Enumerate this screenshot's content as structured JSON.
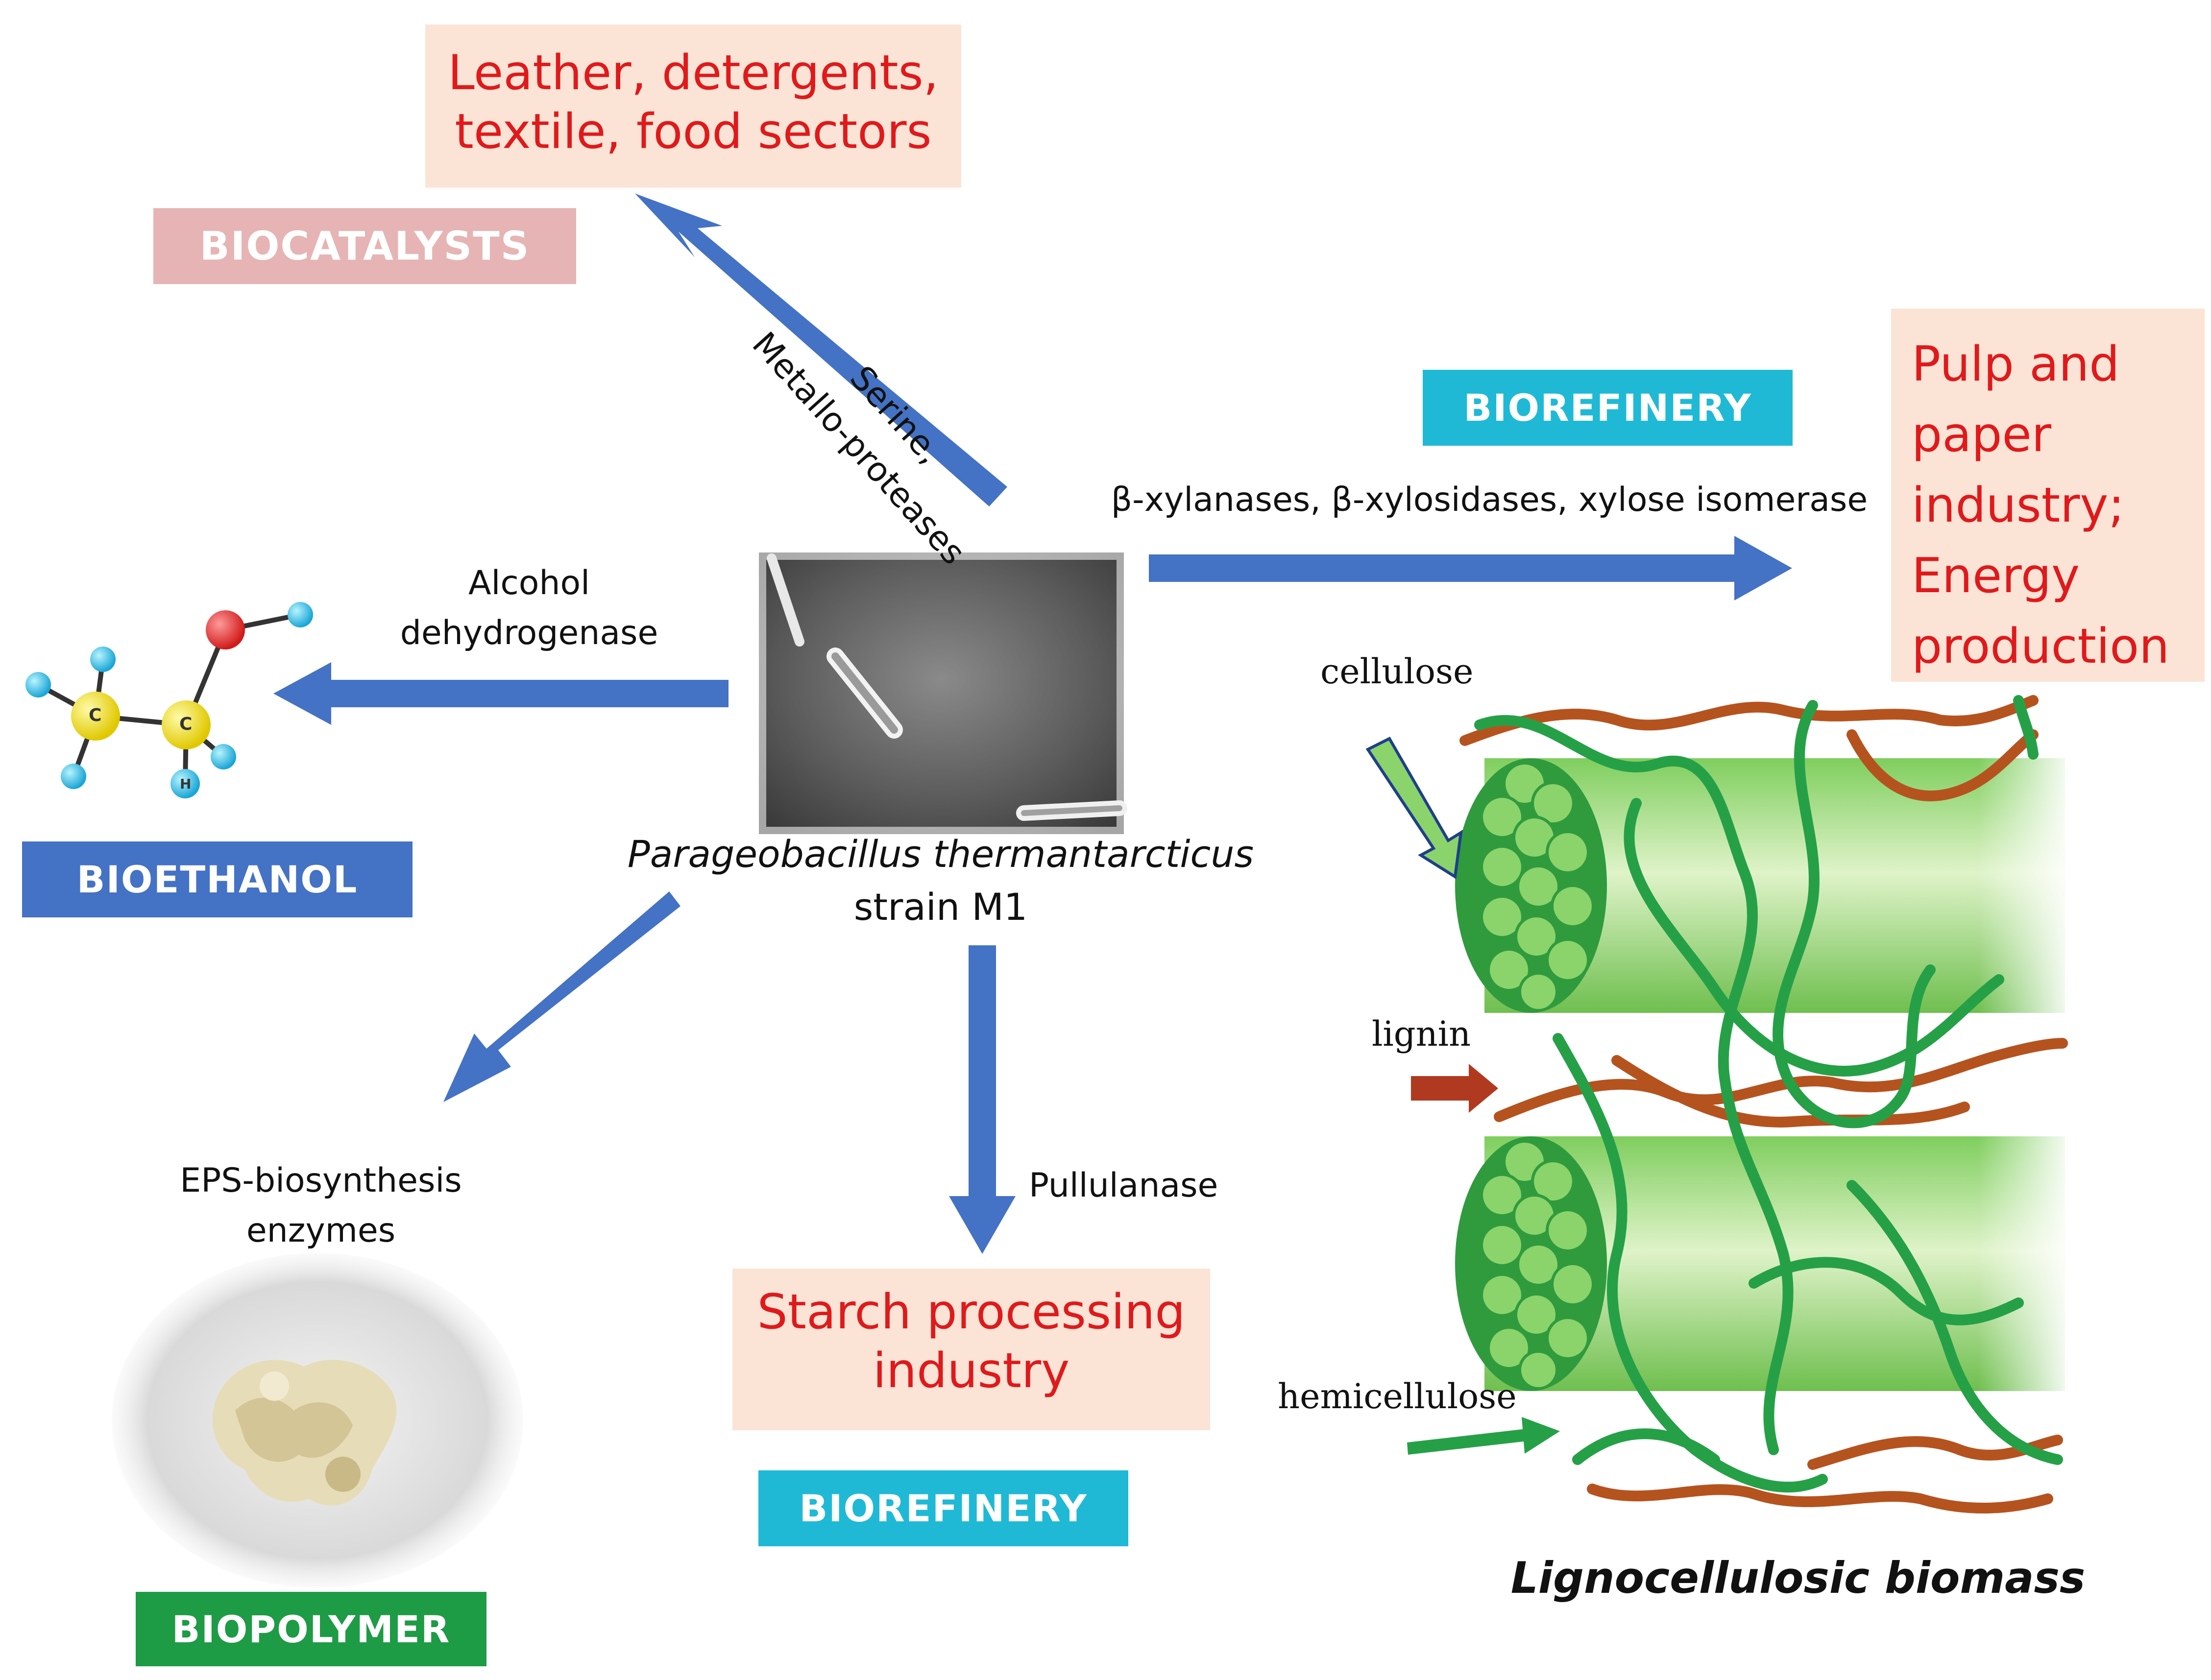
{
  "organism": {
    "species": "Parageobacillus thermantarcticus",
    "strain": "strain M1"
  },
  "enzymes": {
    "proteases_line1": "Serine,",
    "proteases_line2": "Metallo-proteases",
    "xylanases": "β-xylanases, β-xylosidases, xylose isomerase",
    "adh_line1": "Alcohol",
    "adh_line2": "dehydrogenase",
    "eps_line1": "EPS-biosynthesis",
    "eps_line2": "enzymes",
    "pullulanase": "Pullulanase"
  },
  "products": {
    "leather_line1": "Leather, detergents,",
    "leather_line2": "textile, food sectors",
    "pulp_line1": "Pulp and",
    "pulp_line2": "paper",
    "pulp_line3": "industry;",
    "pulp_line4": "Energy",
    "pulp_line5": "production",
    "starch_line1": "Starch processing",
    "starch_line2": "industry"
  },
  "tags": {
    "biocatalysts": "BIOCATALYSTS",
    "biorefinery_top": "BIOREFINERY",
    "bioethanol": "BIOETHANOL",
    "biopolymer": "BIOPOLYMER",
    "biorefinery_bottom": "BIOREFINERY"
  },
  "molecule_atoms": {
    "carbon": "C",
    "hydrogen": "H"
  },
  "biomass": {
    "cellulose": "cellulose",
    "lignin": "lignin",
    "hemicellulose": "hemicellulose",
    "caption": "Lignocellulosic biomass"
  },
  "colors": {
    "arrow": "#4472c4",
    "product_fill": "#fbe4d6",
    "product_text": "#e0191b",
    "biocatalysts_tag": "#e6b4b4",
    "biorefinery_tag": "#1fb9d6",
    "bioethanol_tag": "#4472c4",
    "biopolymer_tag": "#1e9b45",
    "cellulose_green": "#3fae49",
    "lignin_brown": "#b5531f"
  }
}
